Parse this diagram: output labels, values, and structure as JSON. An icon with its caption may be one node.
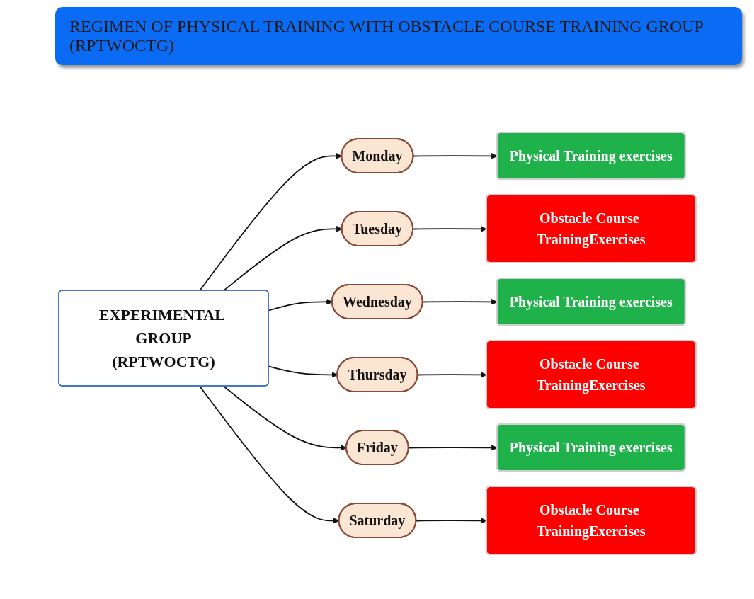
{
  "diagram": {
    "title": "REGIMEN OF PHYSICAL TRAINING WITH OBSTACLE COURSE TRAINING GROUP (RPTWOCTG)",
    "nodes": [
      {
        "text": [
          "EXPERIMENTAL GROUP",
          "(RPTWOCTG)"
        ]
      },
      {
        "text": [
          "Monday"
        ]
      },
      {
        "text": [
          "Tuesday"
        ]
      },
      {
        "text": [
          "Wednesday"
        ]
      },
      {
        "text": [
          "Thursday"
        ]
      },
      {
        "text": [
          "Friday"
        ]
      },
      {
        "text": [
          "Saturday"
        ]
      },
      {
        "text": [
          "Physical Training exercises"
        ]
      },
      {
        "text": [
          "Obstacle Course TrainingExercises"
        ]
      },
      {
        "text": [
          "Physical Training exercises"
        ]
      },
      {
        "text": [
          "Obstacle Course TrainingExercises"
        ]
      },
      {
        "text": [
          "Physical Training exercises"
        ]
      },
      {
        "text": [
          "Obstacle Course TrainingExercises"
        ]
      }
    ],
    "edges": [
      {
        "from": 0,
        "to": 1,
        "arrow": "to"
      },
      {
        "from": 0,
        "to": 2,
        "arrow": "to"
      },
      {
        "from": 0,
        "to": 3,
        "arrow": "to"
      },
      {
        "from": 0,
        "to": 4,
        "arrow": "to"
      },
      {
        "from": 0,
        "to": 5,
        "arrow": "to"
      },
      {
        "from": 0,
        "to": 6,
        "arrow": "to"
      },
      {
        "from": 1,
        "to": 7,
        "arrow": "to"
      },
      {
        "from": 2,
        "to": 8,
        "arrow": "to"
      },
      {
        "from": 3,
        "to": 9,
        "arrow": "to"
      },
      {
        "from": 4,
        "to": 10,
        "arrow": "to"
      },
      {
        "from": 5,
        "to": 11,
        "arrow": "to"
      },
      {
        "from": 6,
        "to": 12,
        "arrow": "to"
      }
    ]
  }
}
